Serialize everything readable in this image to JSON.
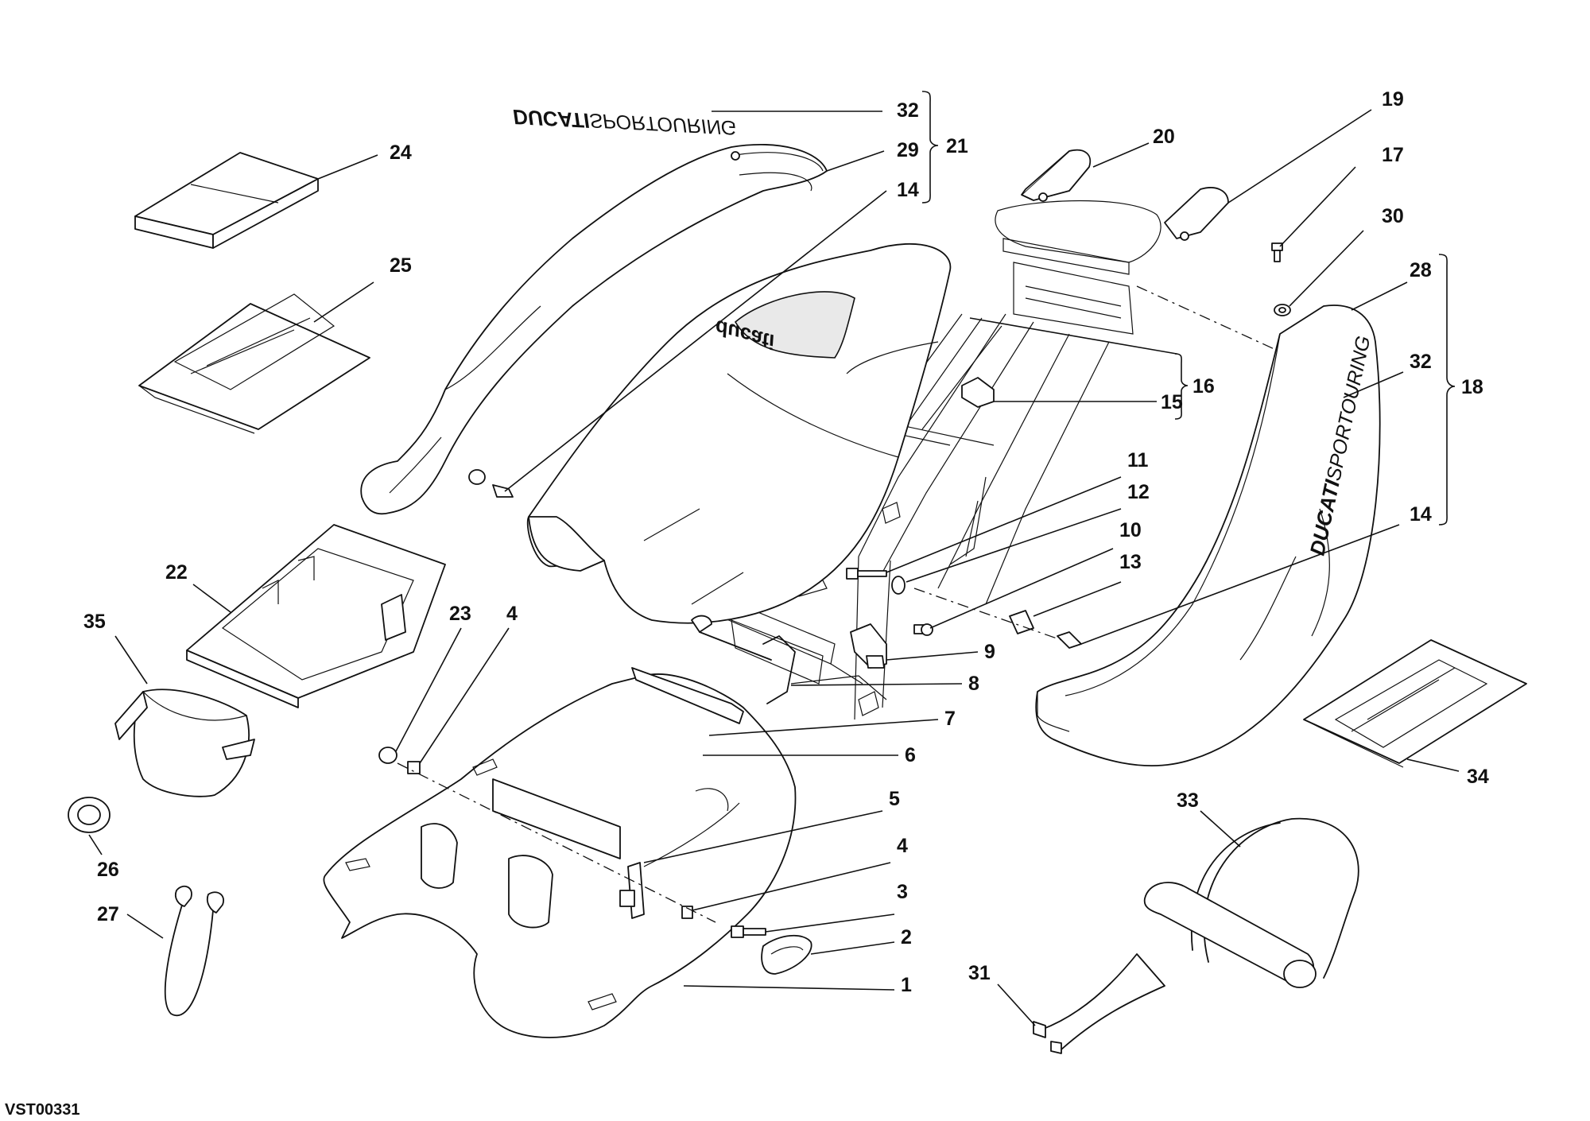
{
  "drawing_code": "VST00331",
  "decals": {
    "brand": "DUCATI",
    "model": "SPORTOURING",
    "seat_logo": "ducati"
  },
  "callouts": [
    {
      "id": "c32a",
      "label": "32"
    },
    {
      "id": "c29",
      "label": "29"
    },
    {
      "id": "c14a",
      "label": "14"
    },
    {
      "id": "c21",
      "label": "21"
    },
    {
      "id": "c24",
      "label": "24"
    },
    {
      "id": "c25",
      "label": "25"
    },
    {
      "id": "c20",
      "label": "20"
    },
    {
      "id": "c19",
      "label": "19"
    },
    {
      "id": "c17",
      "label": "17"
    },
    {
      "id": "c30",
      "label": "30"
    },
    {
      "id": "c28",
      "label": "28"
    },
    {
      "id": "c32b",
      "label": "32"
    },
    {
      "id": "c18",
      "label": "18"
    },
    {
      "id": "c14b",
      "label": "14"
    },
    {
      "id": "c16",
      "label": "16"
    },
    {
      "id": "c15",
      "label": "15"
    },
    {
      "id": "c11",
      "label": "11"
    },
    {
      "id": "c12",
      "label": "12"
    },
    {
      "id": "c10",
      "label": "10"
    },
    {
      "id": "c13",
      "label": "13"
    },
    {
      "id": "c9",
      "label": "9"
    },
    {
      "id": "c8",
      "label": "8"
    },
    {
      "id": "c7",
      "label": "7"
    },
    {
      "id": "c6",
      "label": "6"
    },
    {
      "id": "c5",
      "label": "5"
    },
    {
      "id": "c4b",
      "label": "4"
    },
    {
      "id": "c3",
      "label": "3"
    },
    {
      "id": "c2",
      "label": "2"
    },
    {
      "id": "c1",
      "label": "1"
    },
    {
      "id": "c22",
      "label": "22"
    },
    {
      "id": "c35",
      "label": "35"
    },
    {
      "id": "c23",
      "label": "23"
    },
    {
      "id": "c4a",
      "label": "4"
    },
    {
      "id": "c26",
      "label": "26"
    },
    {
      "id": "c27",
      "label": "27"
    },
    {
      "id": "c31",
      "label": "31"
    },
    {
      "id": "c33",
      "label": "33"
    },
    {
      "id": "c34",
      "label": "34"
    }
  ]
}
